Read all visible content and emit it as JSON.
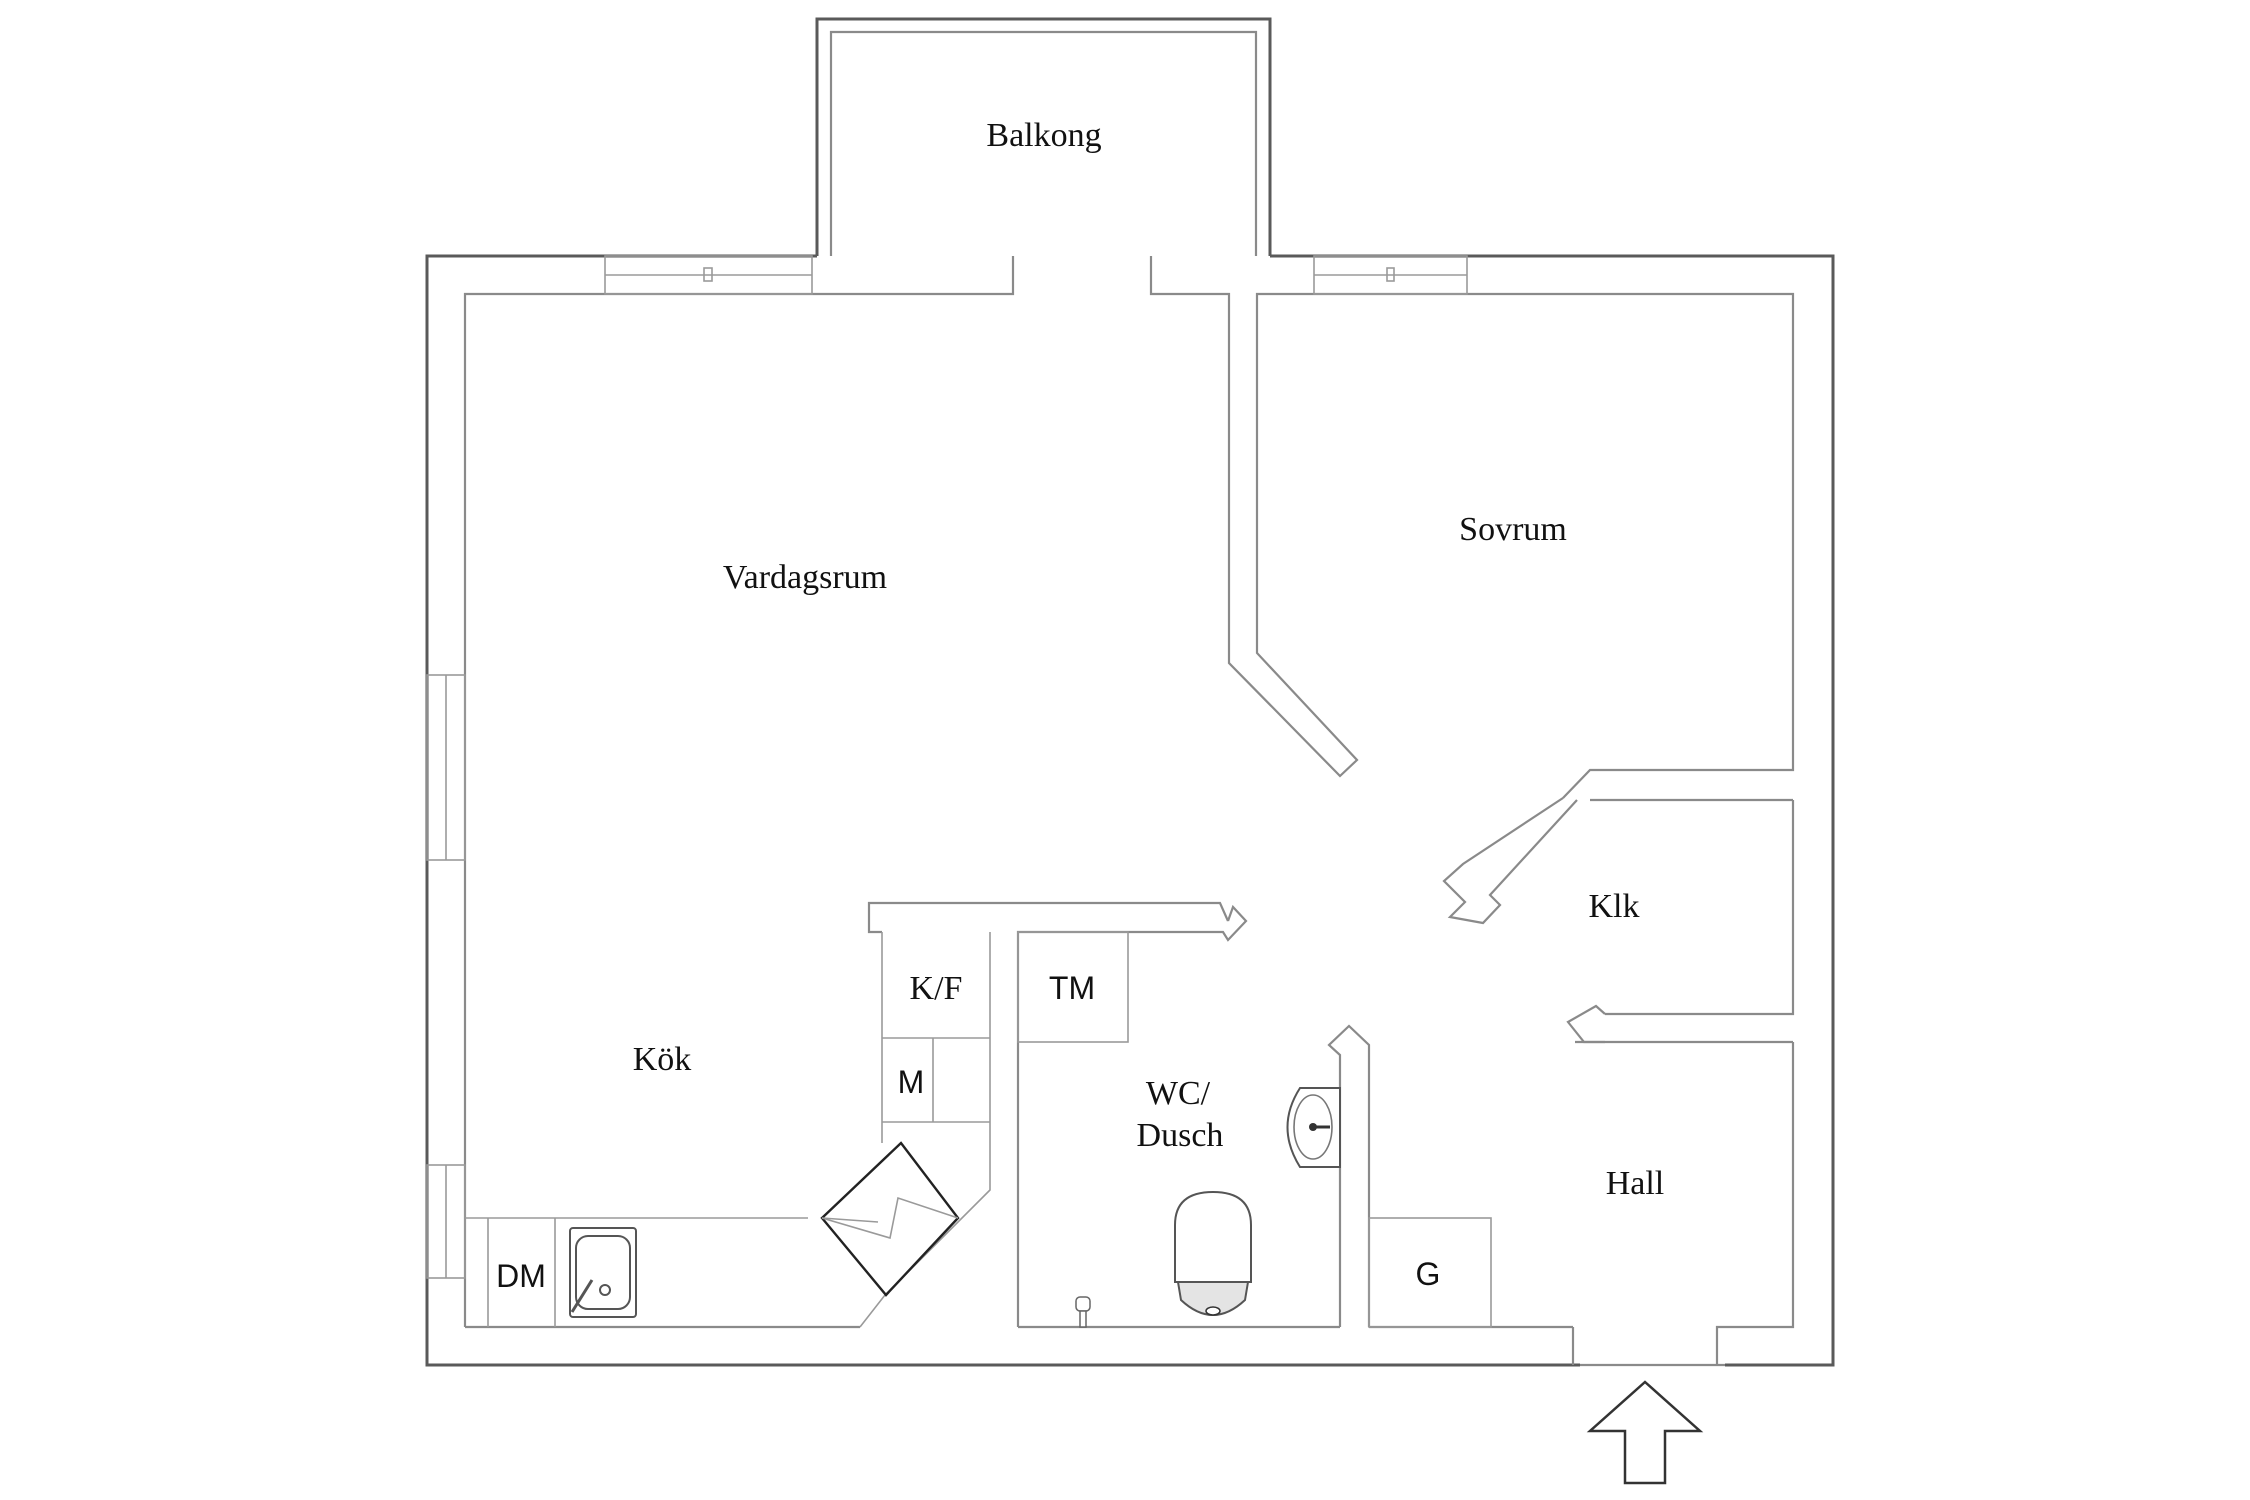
{
  "floorplan": {
    "rooms": {
      "balcony": "Balkong",
      "living_room": "Vardagsrum",
      "bedroom": "Sovrum",
      "kitchen": "Kök",
      "wardrobe": "Klk",
      "bathroom_line1": "WC/",
      "bathroom_line2": "Dusch",
      "hall": "Hall"
    },
    "fixtures": {
      "fridge_freezer": "K/F",
      "microwave": "M",
      "dishwasher": "DM",
      "washing_machine": "TM",
      "wardrobe_closet": "G"
    },
    "entrance_icon": "arrow-up-icon",
    "colors": {
      "background": "#ffffff",
      "outer_wall": "#5a5a5a",
      "inner_wall": "#8a8a8a",
      "text": "#111111"
    }
  }
}
